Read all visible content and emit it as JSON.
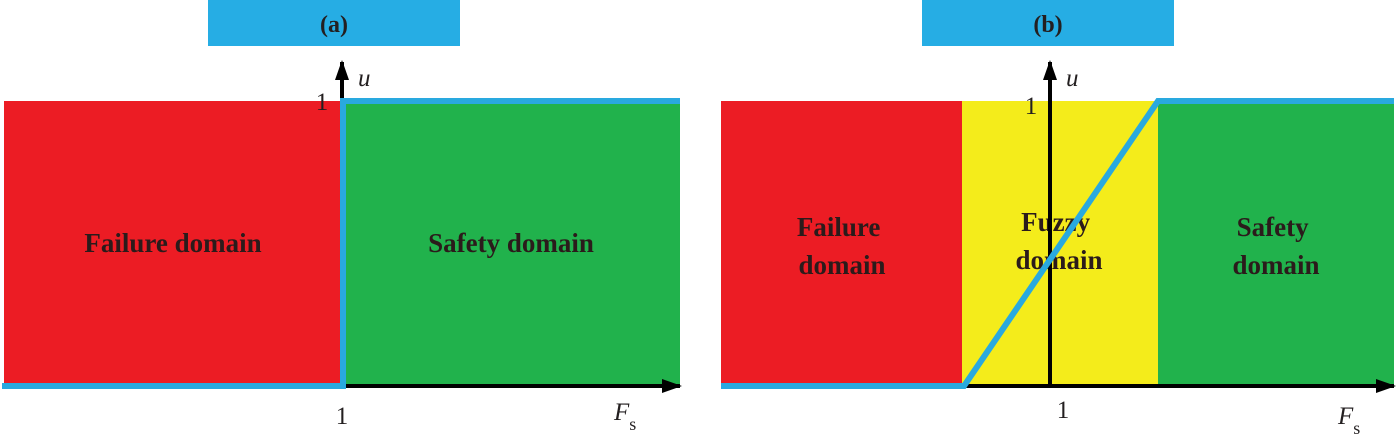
{
  "colors": {
    "failure": "#ec1c24",
    "fuzzy": "#f4ec1b",
    "safety": "#21b24c",
    "curve": "#29a9df",
    "header": "#26ade4",
    "axis": "#000000"
  },
  "panels": [
    {
      "id": "a",
      "tag": "(a)",
      "regions": [
        {
          "id": "failure",
          "label_lines": [
            "Failure domain"
          ],
          "color": "failure"
        },
        {
          "id": "safety",
          "label_lines": [
            "Safety domain"
          ],
          "color": "safety"
        }
      ],
      "x_axis": {
        "var": "F",
        "sub": "s",
        "tick": "1"
      },
      "y_axis": {
        "var": "u",
        "tick": "1"
      },
      "membership_curve": {
        "type": "step",
        "breakpoints": [
          1,
          1
        ]
      }
    },
    {
      "id": "b",
      "tag": "(b)",
      "regions": [
        {
          "id": "failure",
          "label_lines": [
            "Failure",
            "domain"
          ],
          "color": "failure"
        },
        {
          "id": "fuzzy",
          "label_lines": [
            "Fuzzy",
            "domain"
          ],
          "color": "fuzzy"
        },
        {
          "id": "safety",
          "label_lines": [
            "Safety",
            "domain"
          ],
          "color": "safety"
        }
      ],
      "x_axis": {
        "var": "F",
        "sub": "s",
        "tick": "1"
      },
      "y_axis": {
        "var": "u",
        "tick": "1"
      },
      "membership_curve": {
        "type": "linear-ramp"
      }
    }
  ]
}
